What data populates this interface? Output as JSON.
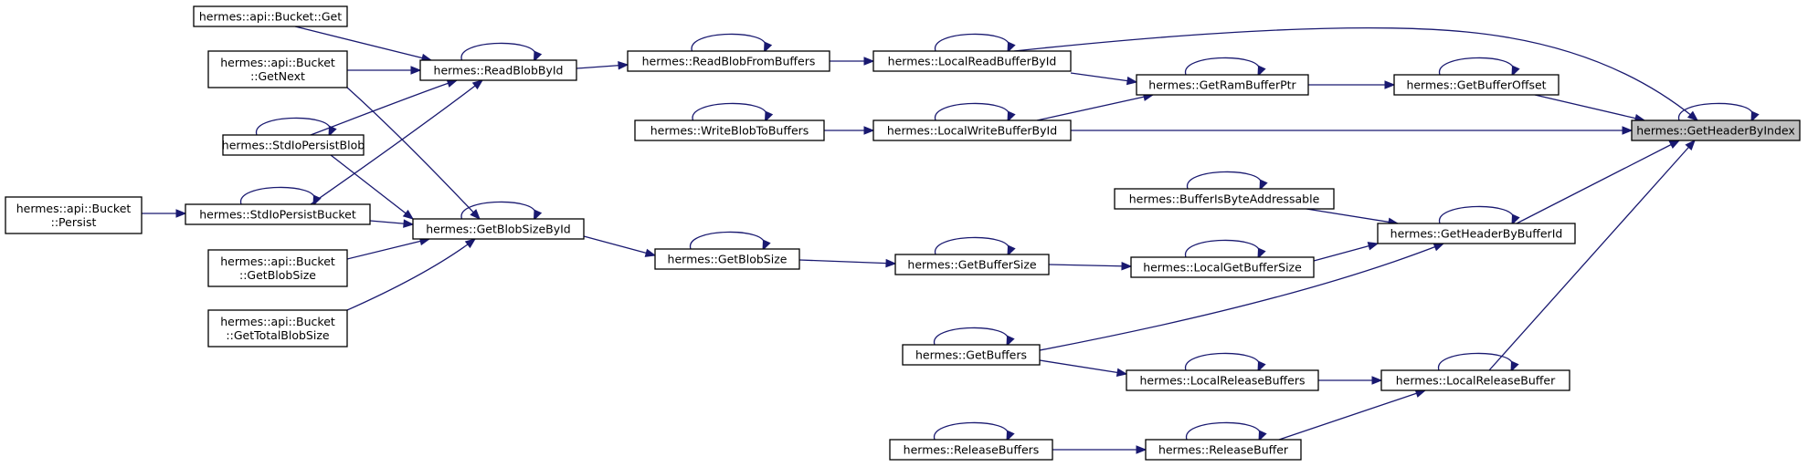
{
  "diagram": {
    "target": "hermes::GetHeaderByIndex",
    "nodes": [
      {
        "id": "bucket_get",
        "lines": [
          "hermes::api::Bucket::Get"
        ]
      },
      {
        "id": "bucket_getnext",
        "lines": [
          "hermes::api::Bucket",
          "::GetNext"
        ]
      },
      {
        "id": "stdio_persist_blob",
        "lines": [
          "hermes::StdIoPersistBlob"
        ]
      },
      {
        "id": "bucket_persist",
        "lines": [
          "hermes::api::Bucket",
          "::Persist"
        ]
      },
      {
        "id": "stdio_persist_bucket",
        "lines": [
          "hermes::StdIoPersistBucket"
        ]
      },
      {
        "id": "bucket_getblobsize",
        "lines": [
          "hermes::api::Bucket",
          "::GetBlobSize"
        ]
      },
      {
        "id": "bucket_gettotalblobsize",
        "lines": [
          "hermes::api::Bucket",
          "::GetTotalBlobSize"
        ]
      },
      {
        "id": "read_blob_by_id",
        "lines": [
          "hermes::ReadBlobById"
        ]
      },
      {
        "id": "get_blob_size_by_id",
        "lines": [
          "hermes::GetBlobSizeById"
        ]
      },
      {
        "id": "read_blob_from_buffers",
        "lines": [
          "hermes::ReadBlobFromBuffers"
        ]
      },
      {
        "id": "write_blob_to_buffers",
        "lines": [
          "hermes::WriteBlobToBuffers"
        ]
      },
      {
        "id": "get_blob_size",
        "lines": [
          "hermes::GetBlobSize"
        ]
      },
      {
        "id": "local_read_buffer_by_id",
        "lines": [
          "hermes::LocalReadBufferById"
        ]
      },
      {
        "id": "local_write_buffer_by_id",
        "lines": [
          "hermes::LocalWriteBufferById"
        ]
      },
      {
        "id": "get_buffer_size",
        "lines": [
          "hermes::GetBufferSize"
        ]
      },
      {
        "id": "get_buffers",
        "lines": [
          "hermes::GetBuffers"
        ]
      },
      {
        "id": "release_buffers",
        "lines": [
          "hermes::ReleaseBuffers"
        ]
      },
      {
        "id": "get_ram_buffer_ptr",
        "lines": [
          "hermes::GetRamBufferPtr"
        ]
      },
      {
        "id": "buffer_is_byte_addressable",
        "lines": [
          "hermes::BufferIsByteAddressable"
        ]
      },
      {
        "id": "local_get_buffer_size",
        "lines": [
          "hermes::LocalGetBufferSize"
        ]
      },
      {
        "id": "local_release_buffers",
        "lines": [
          "hermes::LocalReleaseBuffers"
        ]
      },
      {
        "id": "release_buffer",
        "lines": [
          "hermes::ReleaseBuffer"
        ]
      },
      {
        "id": "get_buffer_offset",
        "lines": [
          "hermes::GetBufferOffset"
        ]
      },
      {
        "id": "get_header_by_buffer_id",
        "lines": [
          "hermes::GetHeaderByBufferId"
        ]
      },
      {
        "id": "local_release_buffer",
        "lines": [
          "hermes::LocalReleaseBuffer"
        ]
      },
      {
        "id": "get_header_by_index",
        "lines": [
          "hermes::GetHeaderByIndex"
        ],
        "highlight": true
      }
    ],
    "edges": [
      {
        "from": "bucket_get",
        "to": "read_blob_by_id"
      },
      {
        "from": "bucket_getnext",
        "to": "read_blob_by_id"
      },
      {
        "from": "bucket_getnext",
        "to": "get_blob_size_by_id"
      },
      {
        "from": "stdio_persist_blob",
        "to": "read_blob_by_id"
      },
      {
        "from": "stdio_persist_blob",
        "to": "get_blob_size_by_id"
      },
      {
        "from": "bucket_persist",
        "to": "stdio_persist_bucket"
      },
      {
        "from": "stdio_persist_bucket",
        "to": "read_blob_by_id"
      },
      {
        "from": "stdio_persist_bucket",
        "to": "get_blob_size_by_id"
      },
      {
        "from": "bucket_getblobsize",
        "to": "get_blob_size_by_id"
      },
      {
        "from": "bucket_gettotalblobsize",
        "to": "get_blob_size_by_id"
      },
      {
        "from": "read_blob_by_id",
        "to": "read_blob_from_buffers"
      },
      {
        "from": "get_blob_size_by_id",
        "to": "get_blob_size"
      },
      {
        "from": "read_blob_from_buffers",
        "to": "local_read_buffer_by_id"
      },
      {
        "from": "write_blob_to_buffers",
        "to": "local_write_buffer_by_id"
      },
      {
        "from": "get_blob_size",
        "to": "get_buffer_size"
      },
      {
        "from": "local_read_buffer_by_id",
        "to": "get_ram_buffer_ptr"
      },
      {
        "from": "local_read_buffer_by_id",
        "to": "get_header_by_index"
      },
      {
        "from": "local_write_buffer_by_id",
        "to": "get_ram_buffer_ptr"
      },
      {
        "from": "local_write_buffer_by_id",
        "to": "get_header_by_index"
      },
      {
        "from": "get_buffer_size",
        "to": "local_get_buffer_size"
      },
      {
        "from": "get_buffers",
        "to": "get_header_by_buffer_id"
      },
      {
        "from": "get_buffers",
        "to": "local_release_buffers"
      },
      {
        "from": "release_buffers",
        "to": "release_buffer"
      },
      {
        "from": "get_ram_buffer_ptr",
        "to": "get_buffer_offset"
      },
      {
        "from": "buffer_is_byte_addressable",
        "to": "get_header_by_buffer_id"
      },
      {
        "from": "local_get_buffer_size",
        "to": "get_header_by_buffer_id"
      },
      {
        "from": "local_release_buffers",
        "to": "local_release_buffer"
      },
      {
        "from": "release_buffer",
        "to": "local_release_buffer"
      },
      {
        "from": "get_buffer_offset",
        "to": "get_header_by_index"
      },
      {
        "from": "get_header_by_buffer_id",
        "to": "get_header_by_index"
      },
      {
        "from": "local_release_buffer",
        "to": "get_header_by_index"
      }
    ],
    "self_loops": [
      "stdio_persist_blob",
      "stdio_persist_bucket",
      "read_blob_by_id",
      "get_blob_size_by_id",
      "read_blob_from_buffers",
      "write_blob_to_buffers",
      "get_blob_size",
      "local_read_buffer_by_id",
      "local_write_buffer_by_id",
      "get_buffer_size",
      "get_buffers",
      "release_buffers",
      "get_ram_buffer_ptr",
      "buffer_is_byte_addressable",
      "local_get_buffer_size",
      "local_release_buffers",
      "release_buffer",
      "get_buffer_offset",
      "get_header_by_buffer_id",
      "local_release_buffer",
      "get_header_by_index"
    ],
    "colors": {
      "edge": "#191970",
      "node_border": "#000000",
      "node_fill": "#ffffff",
      "target_fill": "#bfbfbf"
    }
  }
}
